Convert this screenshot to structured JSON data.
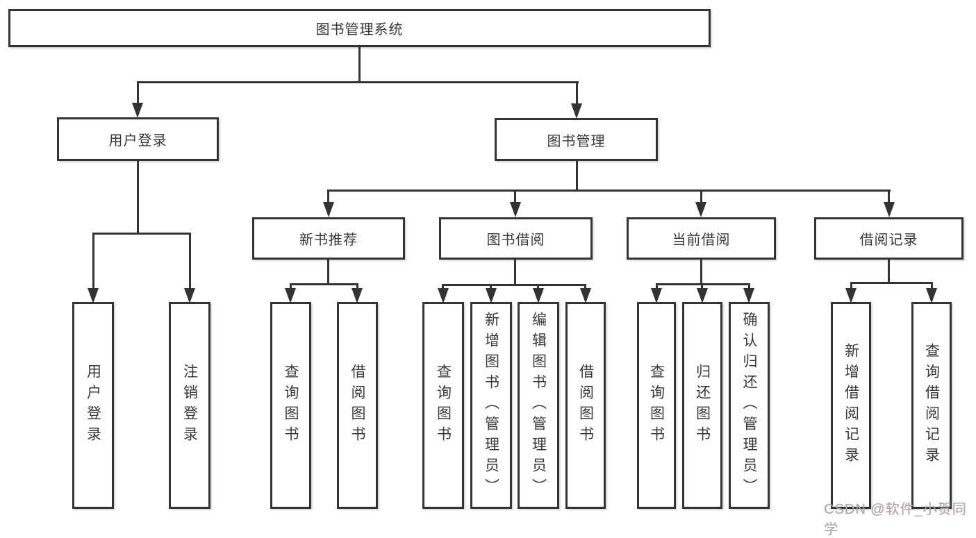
{
  "tree": {
    "root": {
      "label": "图书管理系统",
      "children": [
        {
          "label": "用户登录",
          "children": [
            {
              "label": "用户登录"
            },
            {
              "label": "注销登录"
            }
          ]
        },
        {
          "label": "图书管理",
          "children": [
            {
              "label": "新书推荐",
              "children": [
                {
                  "label": "查询图书"
                },
                {
                  "label": "借阅图书"
                }
              ]
            },
            {
              "label": "图书借阅",
              "children": [
                {
                  "label": "查询图书"
                },
                {
                  "label": "新增图书（管理员）"
                },
                {
                  "label": "编辑图书（管理员）"
                },
                {
                  "label": "借阅图书"
                }
              ]
            },
            {
              "label": "当前借阅",
              "children": [
                {
                  "label": "查询图书"
                },
                {
                  "label": "归还图书"
                },
                {
                  "label": "确认归还（管理员）"
                }
              ]
            },
            {
              "label": "借阅记录",
              "children": [
                {
                  "label": "新增借阅记录"
                },
                {
                  "label": "查询借阅记录"
                }
              ]
            }
          ]
        }
      ]
    }
  },
  "watermark": {
    "text": "CSDN @软件_小贺同学"
  },
  "colors": {
    "line": "#333333",
    "box_border": "#333333",
    "text": "#383838",
    "watermark": "#a8a8a8",
    "background": "#ffffff"
  }
}
